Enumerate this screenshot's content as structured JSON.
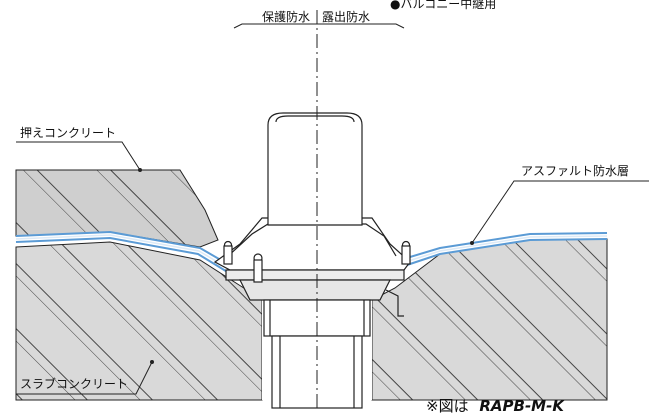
{
  "header": {
    "protect_label": "保護防水",
    "exposed_label": "露出防水",
    "top_note": "●バルコニー中継用"
  },
  "labels": {
    "press_concrete": "押えコンクリート",
    "asphalt_layer": "アスファルト防水層",
    "slab_concrete": "スラブコンクリート"
  },
  "note": {
    "prefix": "※図は",
    "model": "RAPB-M-K"
  },
  "colors": {
    "slab_fill": "#d9d9d9",
    "press_fill": "#cccccc",
    "waterproof_blue": "#5b9bd5",
    "waterproof_light": "#dceaf7",
    "line": "#222222",
    "pipe_fill": "#ffffff"
  }
}
